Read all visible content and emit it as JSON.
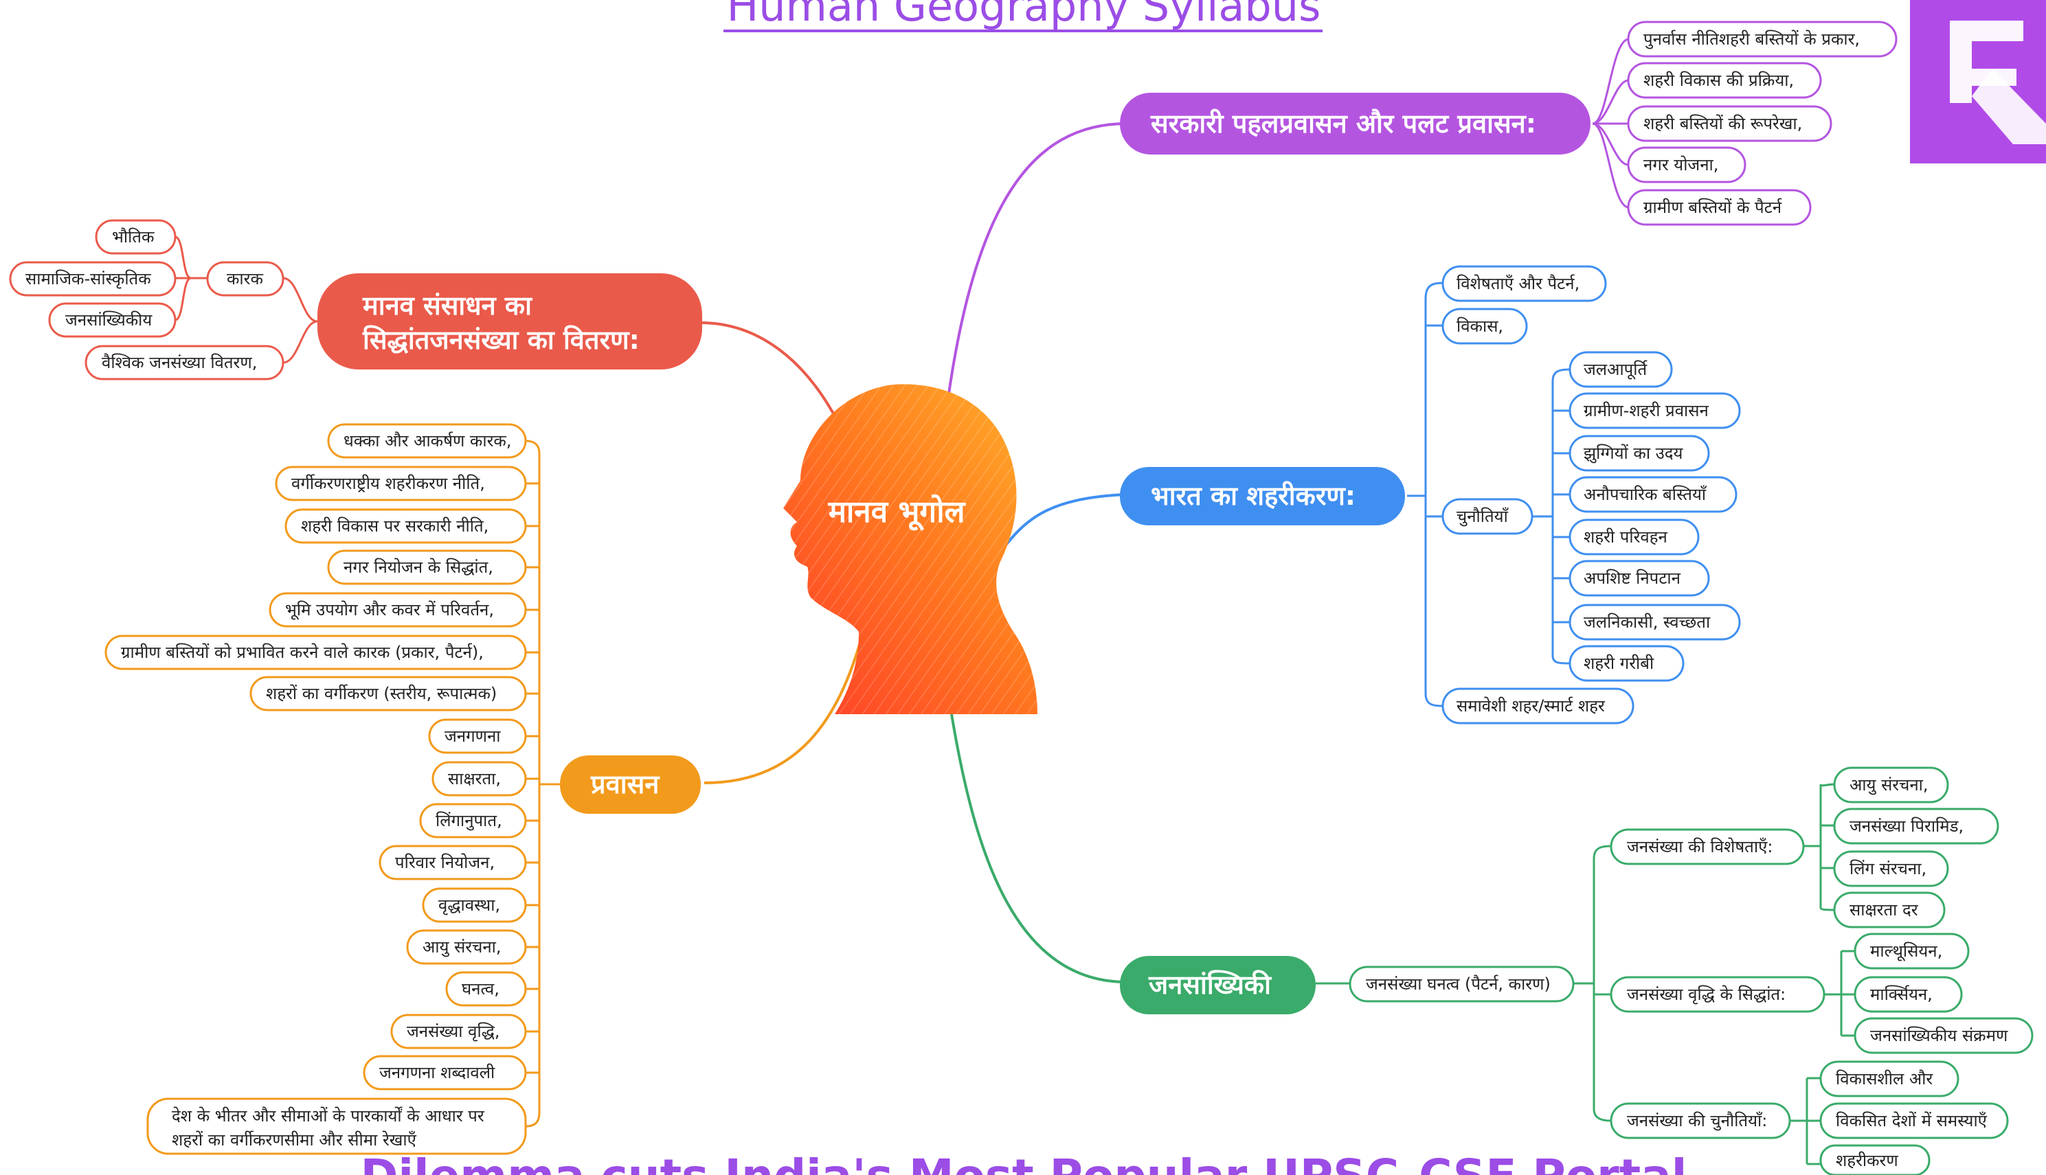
{
  "title": "Human Geography Syllabus",
  "footer": "Dilemma cuts India's Most Popular UPSC-CSE Portal",
  "center": {
    "label": "मानव भूगोल"
  },
  "colors": {
    "purple": "#b455e0",
    "red": "#ea5a4a",
    "blue": "#3f8ff0",
    "orange": "#f29a1c",
    "green": "#3aab6a",
    "logo": "#b14be8"
  },
  "branches": {
    "sarkari": {
      "label": "सरकारी पहलप्रवासन और पलट प्रवासन:",
      "leaves": [
        "पुनर्वास नीतिशहरी बस्तियों के प्रकार,",
        "शहरी विकास की प्रक्रिया,",
        "शहरी बस्तियों की रूपरेखा,",
        "नगर योजना,",
        "ग्रामीण बस्तियों के पैटर्न"
      ]
    },
    "manav": {
      "label_line1": "मानव संसाधन का",
      "label_line2": "सिद्धांतजनसंख्या का वितरण:",
      "karak": "कारक",
      "karak_leaves": [
        "भौतिक",
        "सामाजिक-सांस्कृतिक",
        "जनसांख्यिकीय"
      ],
      "global": "वैश्विक जनसंख्या वितरण,"
    },
    "bharat": {
      "label": "भारत का शहरीकरण:",
      "leaves_top": [
        "विशेषताएँ और पैटर्न,",
        "विकास,"
      ],
      "challenges": "चुनौतियाँ",
      "challenge_leaves": [
        "जलआपूर्ति",
        "ग्रामीण-शहरी प्रवासन",
        "झुग्गियों का उदय",
        "अनौपचारिक बस्तियाँ",
        "शहरी परिवहन",
        "अपशिष्ट निपटान",
        "जलनिकासी, स्वच्छता",
        "शहरी गरीबी"
      ],
      "last": "समावेशी शहर/स्मार्ट शहर"
    },
    "pravasan": {
      "label": "प्रवासन",
      "leaves": [
        "धक्का और आकर्षण कारक,",
        "वर्गीकरणराष्ट्रीय शहरीकरण नीति,",
        "शहरी विकास पर सरकारी नीति,",
        "नगर नियोजन के सिद्धांत,",
        "भूमि उपयोग और कवर में परिवर्तन,",
        "ग्रामीण बस्तियों को प्रभावित करने वाले कारक (प्रकार, पैटर्न),",
        "शहरों का वर्गीकरण (स्तरीय, रूपात्मक)",
        "जनगणना",
        "साक्षरता,",
        "लिंगानुपात,",
        "परिवार नियोजन,",
        "वृद्धावस्था,",
        "आयु संरचना,",
        "घनत्व,",
        "जनसंख्या वृद्धि,",
        "जनगणना शब्दावली"
      ],
      "last_line1": "देश के भीतर और सीमाओं के पारकार्यों के आधार पर",
      "last_line2": "शहरों का वर्गीकरणसीमा और सीमा रेखाएँ"
    },
    "jan": {
      "label": "जनसांख्यिकी",
      "density": "जनसंख्या घनत्व (पैटर्न, कारण)",
      "features": "जनसंख्या की विशेषताएँ:",
      "feature_leaves": [
        "आयु संरचना,",
        "जनसंख्या पिरामिड,",
        "लिंग संरचना,",
        "साक्षरता दर"
      ],
      "theories": "जनसंख्या वृद्धि के सिद्धांत:",
      "theory_leaves": [
        "माल्थूसियन,",
        "मार्क्सियन,",
        "जनसांख्यिकीय संक्रमण"
      ],
      "challenges": "जनसंख्या की चुनौतियाँ:",
      "challenge_leaves": [
        "विकासशील और",
        "विकसित देशों में समस्याएँ",
        "शहरीकरण"
      ]
    }
  }
}
